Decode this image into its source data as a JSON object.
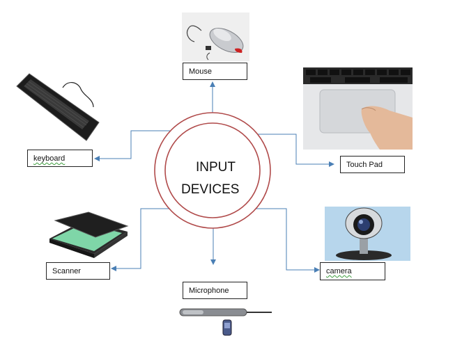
{
  "diagram": {
    "center": {
      "line1": "INPUT",
      "line2": "DEVICES"
    },
    "devices": [
      {
        "key": "mouse",
        "label": "Mouse",
        "icon": "mouse-icon"
      },
      {
        "key": "keyboard",
        "label": "keyboard",
        "icon": "keyboard-icon"
      },
      {
        "key": "touchpad",
        "label": "Touch Pad",
        "icon": "touchpad-icon"
      },
      {
        "key": "scanner",
        "label": "Scanner",
        "icon": "scanner-icon"
      },
      {
        "key": "microphone",
        "label": "Microphone",
        "icon": "microphone-icon"
      },
      {
        "key": "camera",
        "label": "camera",
        "icon": "webcam-icon"
      }
    ]
  },
  "colors": {
    "ring": "#b04a4a",
    "arrow": "#4a7fb5",
    "box_border": "#222222"
  }
}
